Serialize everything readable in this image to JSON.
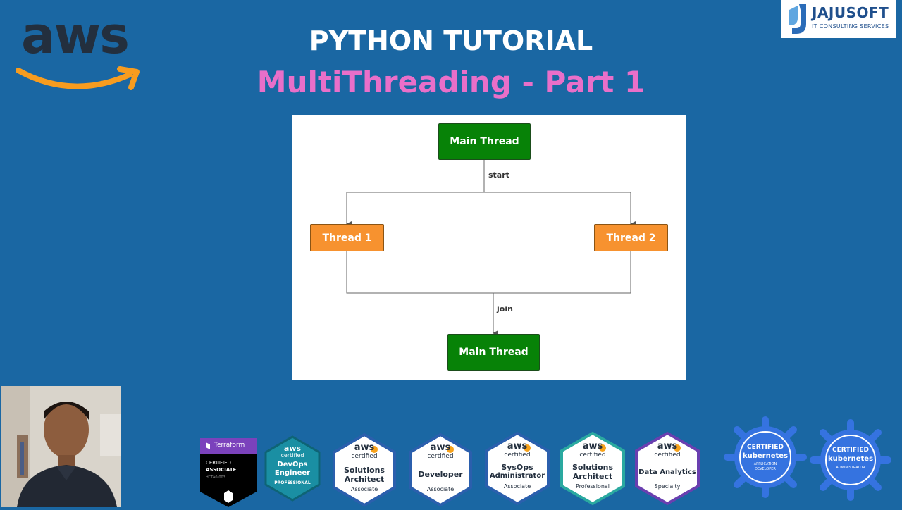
{
  "header": {
    "brand_logo": "aws",
    "title": "PYTHON TUTORIAL",
    "subtitle": "MultiThreading - Part 1",
    "company": {
      "name": "JAJUSOFT",
      "tagline": "IT CONSULTING SERVICES"
    }
  },
  "diagram": {
    "nodes": {
      "main_top": "Main Thread",
      "thread1": "Thread 1",
      "thread2": "Thread 2",
      "main_bottom": "Main Thread"
    },
    "edges": {
      "start": "start",
      "join": "join"
    }
  },
  "badges": [
    {
      "id": "terraform",
      "lines": [
        "Terraform",
        "CERTIFIED",
        "ASSOCIATE",
        "HCTA0-003"
      ],
      "color": "#7b42bc"
    },
    {
      "id": "devops",
      "brand": "aws",
      "sub": "certified",
      "lines": [
        "DevOps",
        "Engineer"
      ],
      "level": "PROFESSIONAL",
      "color": "#1a9cb0"
    },
    {
      "id": "sa-assoc",
      "brand": "aws",
      "sub": "certified",
      "lines": [
        "Solutions",
        "Architect"
      ],
      "level": "Associate",
      "color": "#2b5fad"
    },
    {
      "id": "developer",
      "brand": "aws",
      "sub": "certified",
      "lines": [
        "Developer"
      ],
      "level": "Associate",
      "color": "#2b5fad"
    },
    {
      "id": "sysops",
      "brand": "aws",
      "sub": "certified",
      "lines": [
        "SysOps",
        "Administrator"
      ],
      "level": "Associate",
      "color": "#2b5fad"
    },
    {
      "id": "sa-pro",
      "brand": "aws",
      "sub": "certified",
      "lines": [
        "Solutions",
        "Architect"
      ],
      "level": "Professional",
      "color": "#2aa9a0"
    },
    {
      "id": "data-analytics",
      "brand": "aws",
      "sub": "certified",
      "lines": [
        "Data Analytics"
      ],
      "level": "Specialty",
      "color": "#6a3fb0"
    },
    {
      "id": "k8s-dev",
      "lines": [
        "CERTIFIED",
        "kubernetes",
        "APPLICATION",
        "DEVELOPER"
      ],
      "color": "#326ce5"
    },
    {
      "id": "k8s-admin",
      "lines": [
        "CERTIFIED",
        "kubernetes",
        "ADMINISTRATOR"
      ],
      "color": "#326ce5"
    }
  ]
}
